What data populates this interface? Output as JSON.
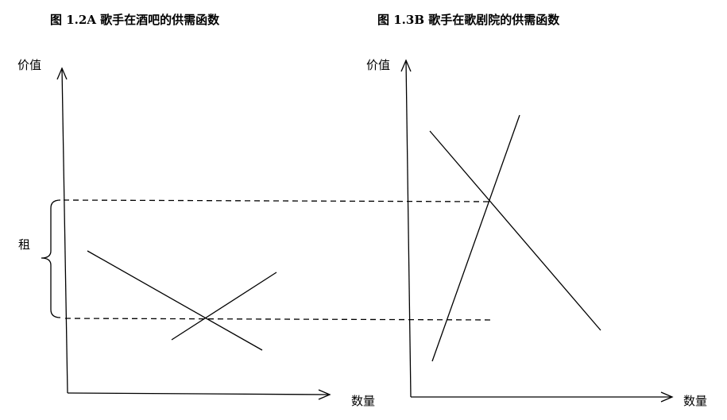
{
  "figures": [
    {
      "title": "图 1.2A  歌手在酒吧的供需函数",
      "y_axis_label": "价值",
      "x_axis_label": "数量",
      "bracket_label": "租"
    },
    {
      "title": "图 1.3B  歌手在歌剧院的供需函数",
      "y_axis_label": "价值",
      "x_axis_label": "数量"
    }
  ]
}
